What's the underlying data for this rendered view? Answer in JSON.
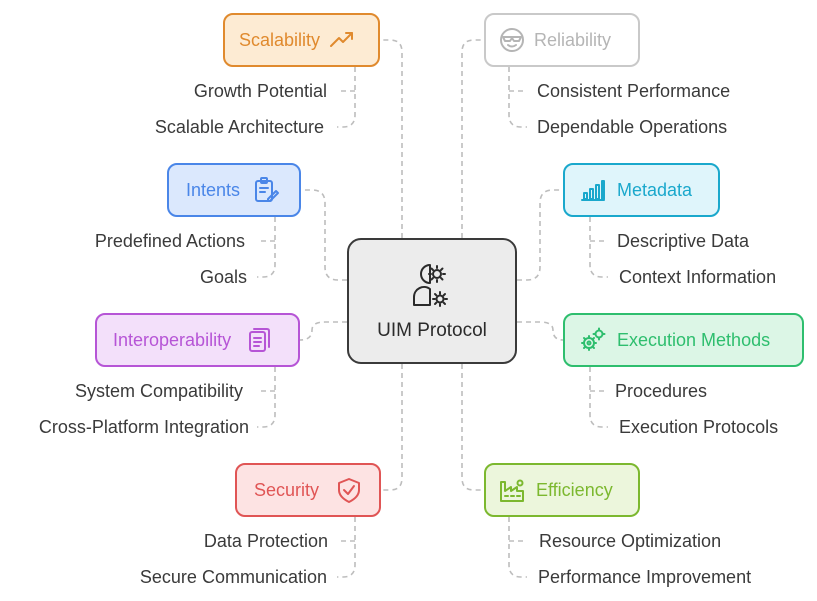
{
  "center": {
    "label": "UIM Protocol",
    "icon": "head-gear-icon"
  },
  "colors": {
    "scalability": "#E08A2E",
    "reliability": "#B5B5B5",
    "intents": "#4A86E8",
    "metadata": "#1AA8CC",
    "interoperability": "#B655D6",
    "execution": "#2EBE6E",
    "security": "#E05555",
    "efficiency": "#7CB82F"
  },
  "nodes": {
    "scalability": {
      "label": "Scalability",
      "icon": "trending-up-icon",
      "items": [
        "Growth Potential",
        "Scalable Architecture"
      ]
    },
    "reliability": {
      "label": "Reliability",
      "icon": "cool-face-icon",
      "items": [
        "Consistent Performance",
        "Dependable Operations"
      ]
    },
    "intents": {
      "label": "Intents",
      "icon": "clipboard-edit-icon",
      "items": [
        "Predefined Actions",
        "Goals"
      ]
    },
    "metadata": {
      "label": "Metadata",
      "icon": "bar-chart-icon",
      "items": [
        "Descriptive Data",
        "Context Information"
      ]
    },
    "interoperability": {
      "label": "Interoperability",
      "icon": "documents-icon",
      "items": [
        "System Compatibility",
        "Cross-Platform Integration"
      ]
    },
    "execution": {
      "label": "Execution Methods",
      "icon": "gears-icon",
      "items": [
        "Procedures",
        "Execution Protocols"
      ]
    },
    "security": {
      "label": "Security",
      "icon": "shield-check-icon",
      "items": [
        "Data Protection",
        "Secure Communication"
      ]
    },
    "efficiency": {
      "label": "Efficiency",
      "icon": "factory-icon",
      "items": [
        "Resource Optimization",
        "Performance Improvement"
      ]
    }
  }
}
